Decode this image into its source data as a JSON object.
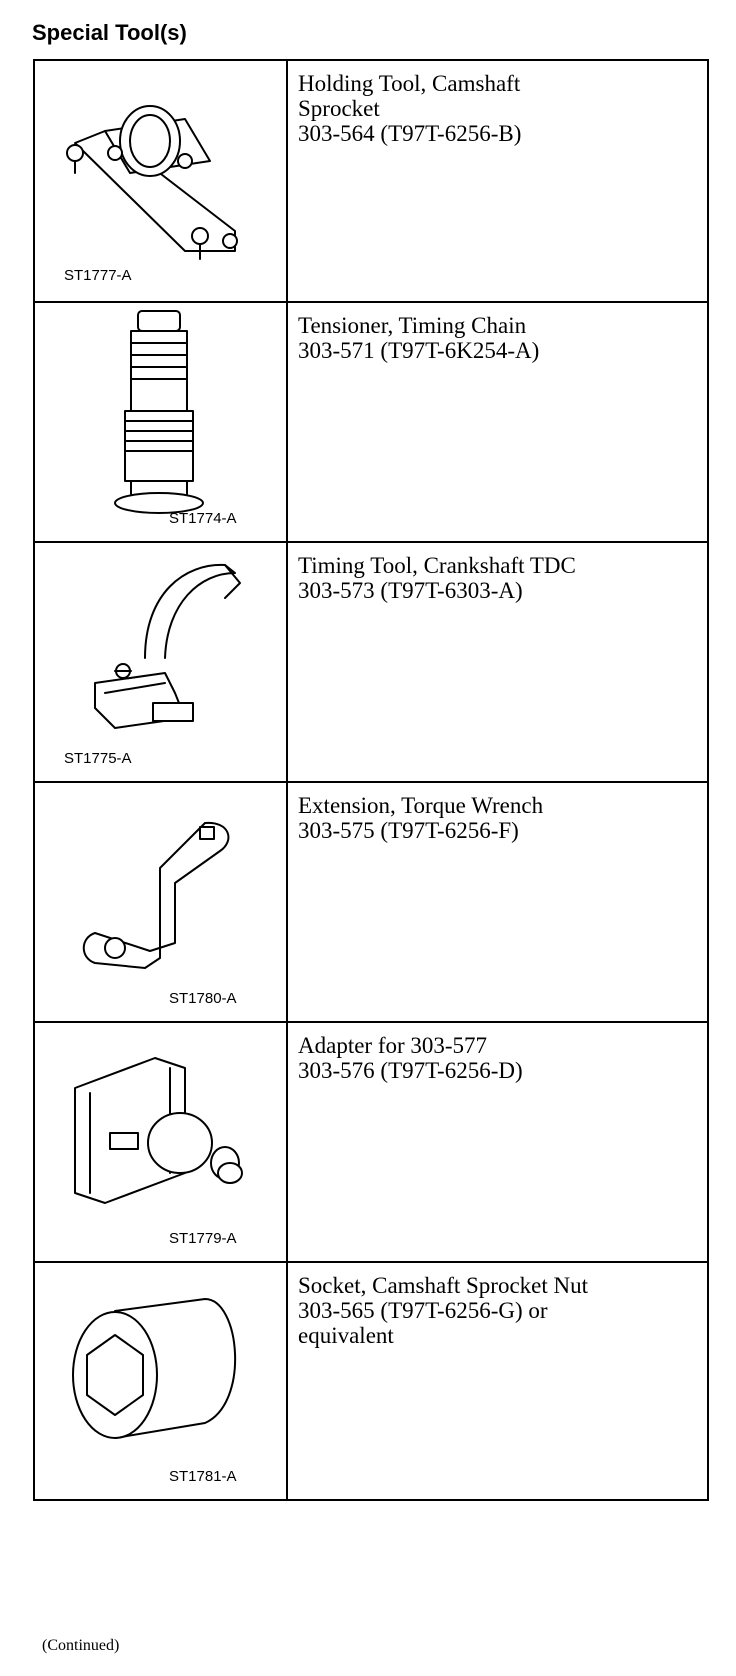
{
  "title": "Special Tool(s)",
  "tools": [
    {
      "code": "ST1777-A",
      "lines": [
        "Holding Tool, Camshaft",
        "Sprocket",
        "303-564 (T97T-6256-B)"
      ],
      "icon": "camshaft-holding-tool-icon"
    },
    {
      "code": "ST1774-A",
      "lines": [
        "Tensioner, Timing Chain",
        "303-571 (T97T-6K254-A)"
      ],
      "icon": "timing-chain-tensioner-icon"
    },
    {
      "code": "ST1775-A",
      "lines": [
        "Timing Tool, Crankshaft TDC",
        "303-573 (T97T-6303-A)"
      ],
      "icon": "crankshaft-timing-tool-icon"
    },
    {
      "code": "ST1780-A",
      "lines": [
        "Extension, Torque Wrench",
        "303-575 (T97T-6256-F)"
      ],
      "icon": "torque-wrench-extension-icon"
    },
    {
      "code": "ST1779-A",
      "lines": [
        "Adapter for 303-577",
        "303-576 (T97T-6256-D)"
      ],
      "icon": "adapter-icon"
    },
    {
      "code": "ST1781-A",
      "lines": [
        "Socket, Camshaft Sprocket Nut",
        "303-565 (T97T-6256-G) or",
        "equivalent"
      ],
      "icon": "socket-icon"
    }
  ],
  "footer": "(Continued)"
}
